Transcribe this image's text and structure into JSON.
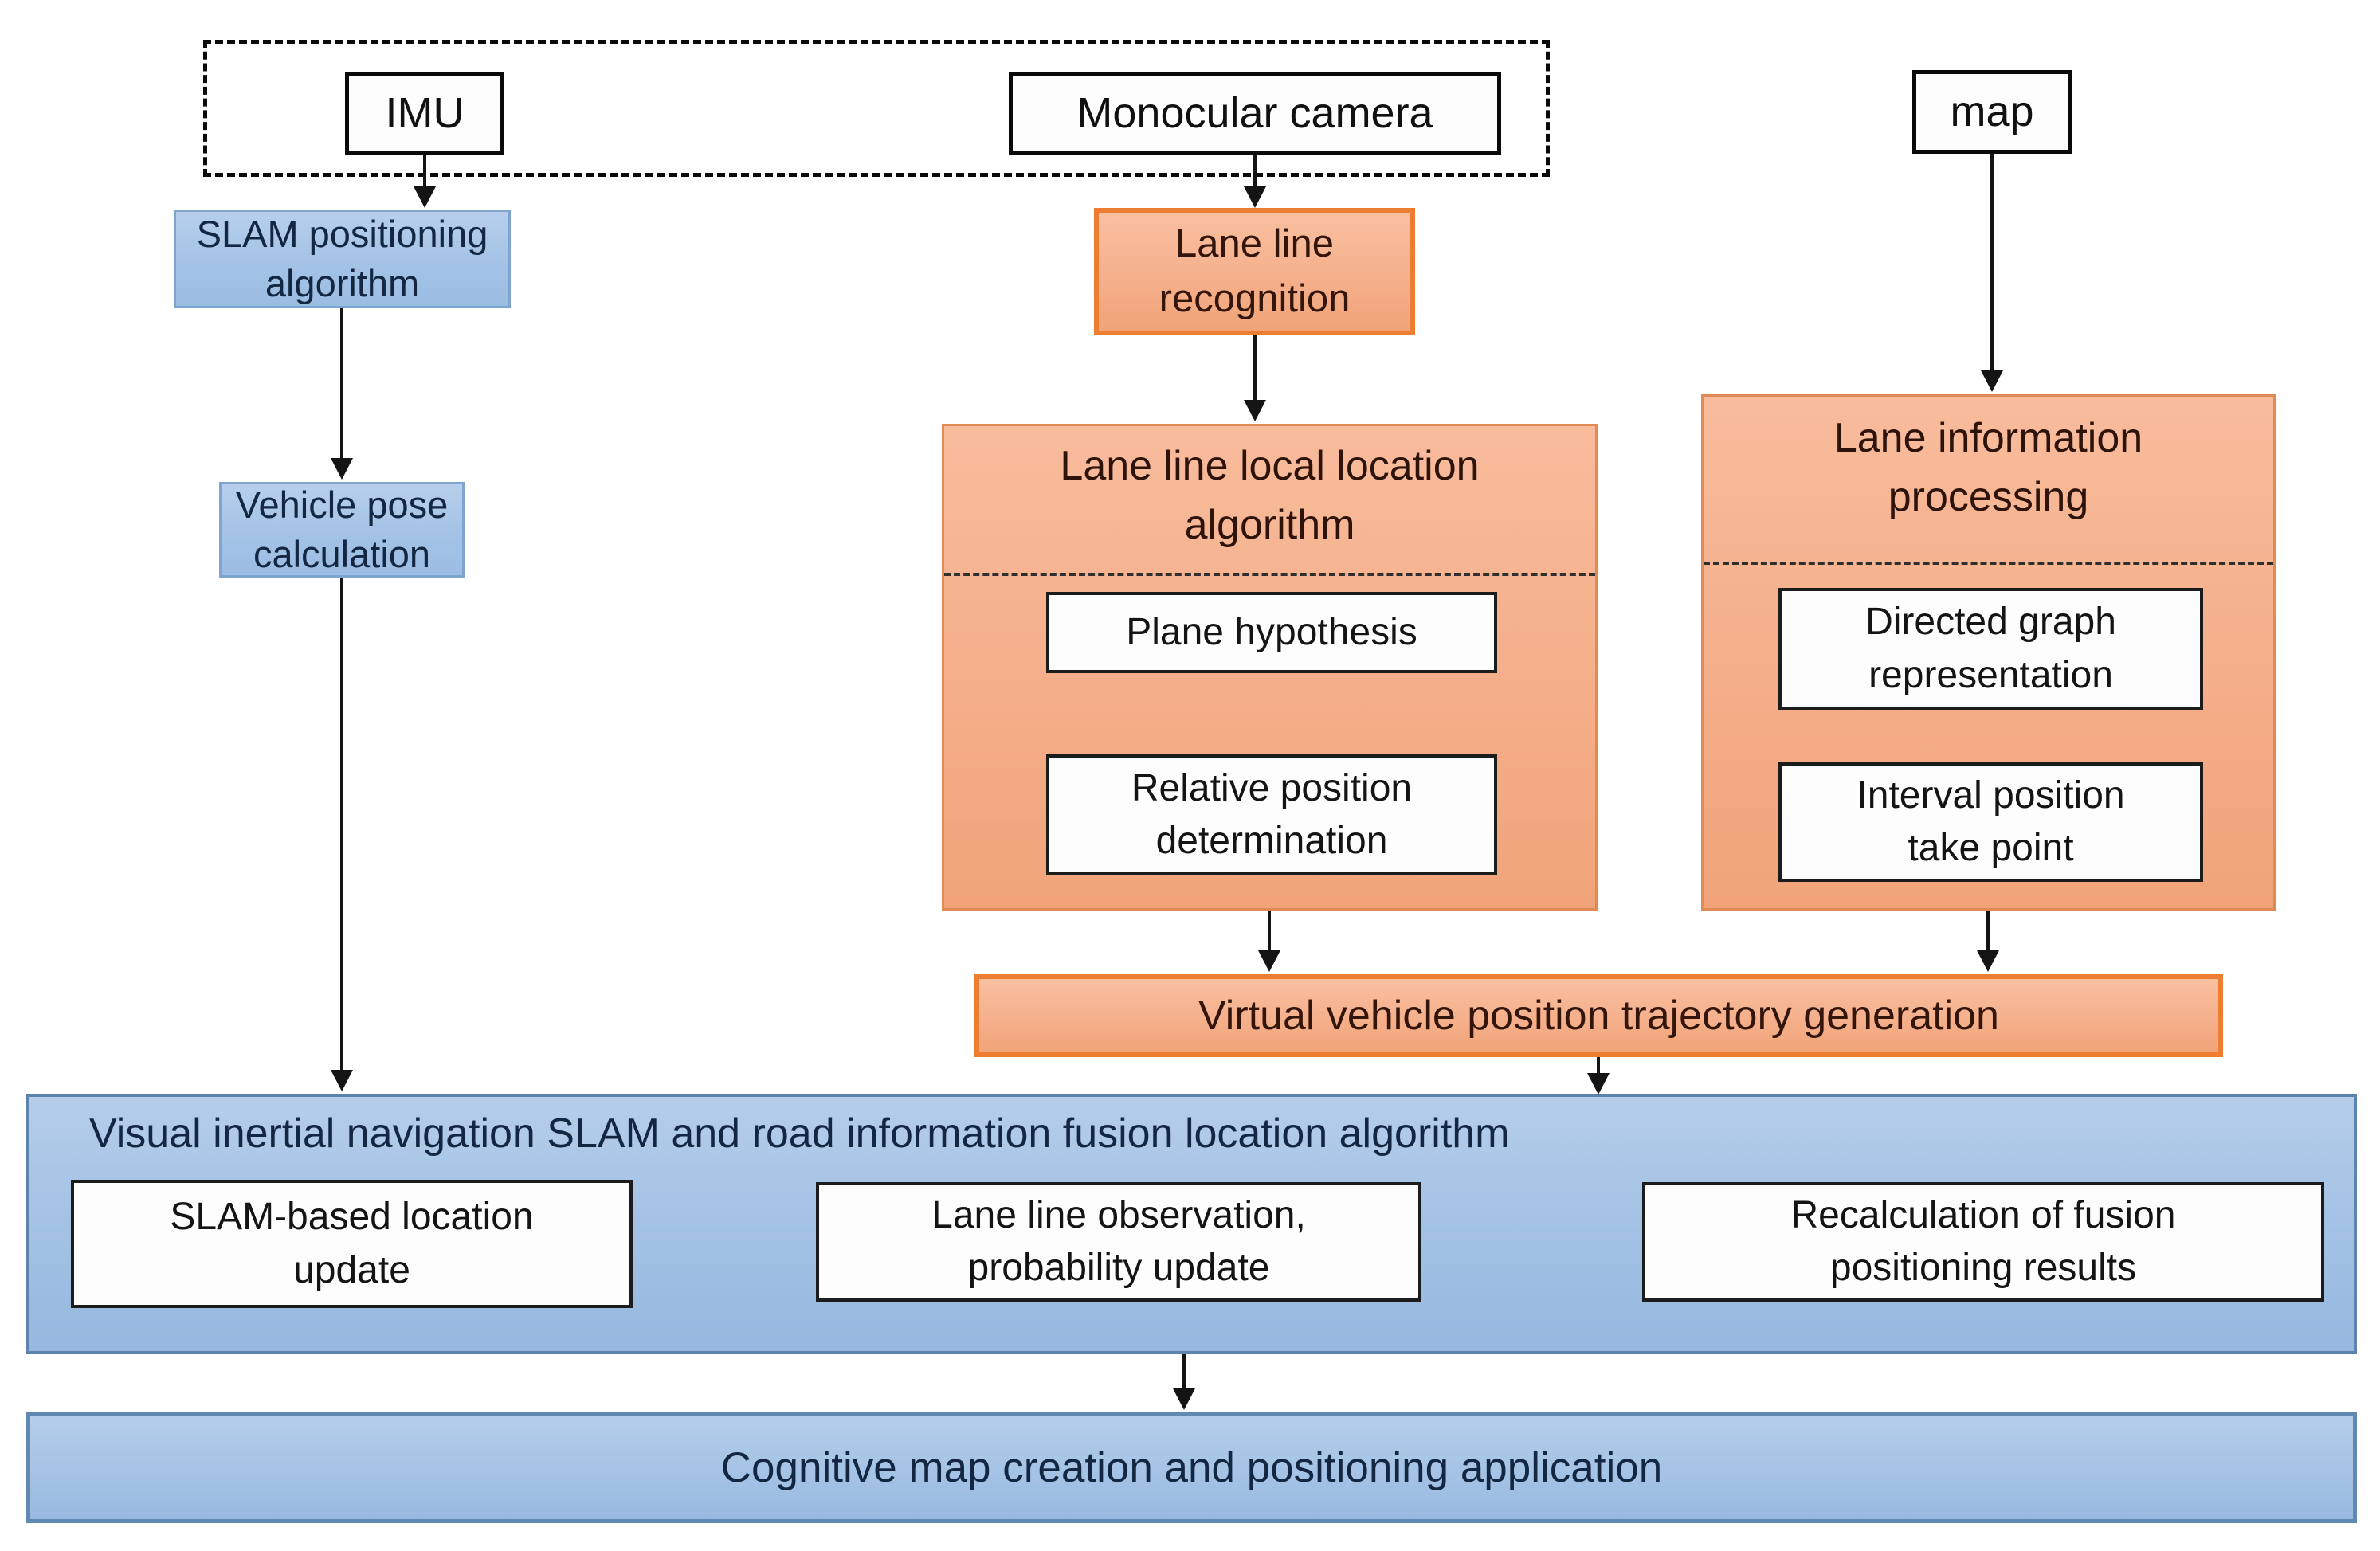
{
  "sensors": {
    "imu": "IMU",
    "camera": "Monocular camera",
    "map": "map"
  },
  "blue": {
    "slam": "SLAM positioning algorithm",
    "pose": "Vehicle pose calculation"
  },
  "orange": {
    "recognition": "Lane line recognition",
    "local_title": "Lane line local location algorithm",
    "plane": "Plane hypothesis",
    "relative": "Relative position determination",
    "info_title": "Lane information processing",
    "directed": "Directed graph representation",
    "interval": "Interval position take point",
    "virtual": "Virtual vehicle position trajectory generation"
  },
  "fusion": {
    "title": "Visual inertial navigation SLAM and road information fusion location algorithm",
    "slam_update": "SLAM-based location update",
    "lane_obs": "Lane line observation, probability update",
    "recalc": "Recalculation of fusion positioning results"
  },
  "cognitive": "Cognitive map creation and positioning application",
  "colors": {
    "blue_fill": "#A9C6E8",
    "blue_border": "#7EA4D0",
    "panel_blue_fill": "#A3C2E5",
    "panel_blue_border": "#5E84AD",
    "orange_fill": "#F5B08C",
    "orange_border": "#ED7D31",
    "box_outline": "#0A0A0A",
    "arrow": "#141414"
  }
}
